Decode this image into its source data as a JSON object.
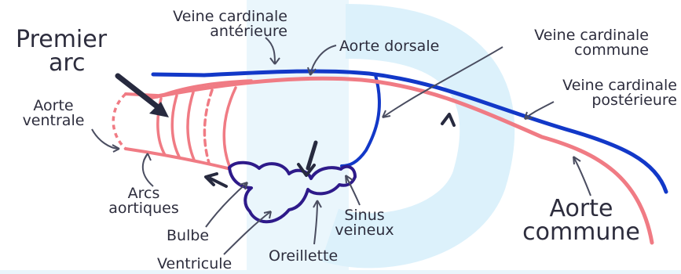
{
  "labels": {
    "premier_arc": [
      "Premier",
      "arc"
    ],
    "veine_cardinale_anterieure": [
      "Veine cardinale",
      "antérieure"
    ],
    "aorte_dorsale": [
      "Aorte dorsale"
    ],
    "veine_cardinale_commune": [
      "Veine cardinale",
      "commune"
    ],
    "veine_cardinale_posterieure": [
      "Veine cardinale",
      "postérieure"
    ],
    "aorte_ventrale": [
      "Aorte",
      "ventrale"
    ],
    "arcs_aortiques": [
      "Arcs",
      "aortiques"
    ],
    "bulbe": [
      "Bulbe"
    ],
    "ventricule": [
      "Ventricule"
    ],
    "oreillette": [
      "Oreillette"
    ],
    "sinus_veineux": [
      "Sinus",
      "veineux"
    ],
    "aorte_commune": [
      "Aorte",
      "commune"
    ]
  },
  "colors": {
    "artery": "#f07b84",
    "vein": "#1238c8",
    "heart": "#2e1a8a",
    "arrow": "#272a3f",
    "leader": "#4a4d60",
    "watermark": "#d6eefa"
  }
}
